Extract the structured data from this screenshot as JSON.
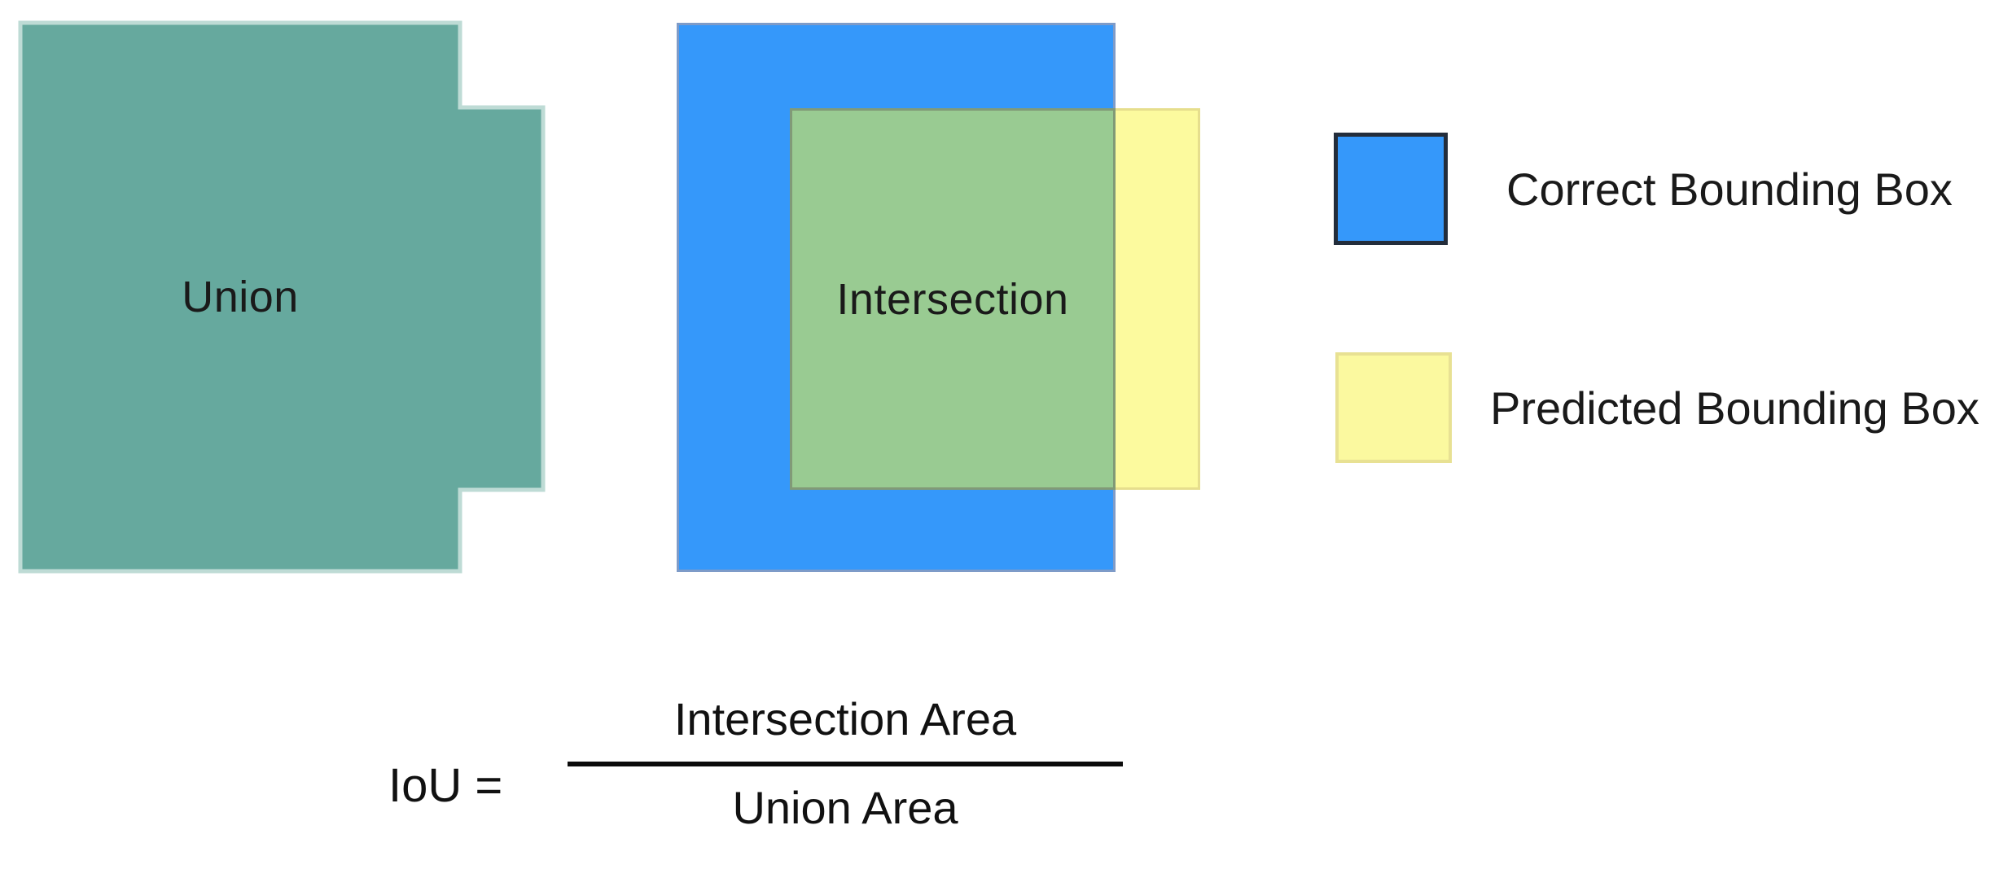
{
  "figure": {
    "union_label": "Union",
    "intersection_label": "Intersection"
  },
  "legend": {
    "items": [
      {
        "label": "Correct Bounding Box",
        "color": "#3598FA"
      },
      {
        "label": "Predicted Bounding Box",
        "color": "#FBF99F"
      }
    ]
  },
  "formula": {
    "lhs": "IoU =",
    "numerator": "Intersection Area",
    "denominator": "Union Area"
  },
  "colors": {
    "background": "#FFFFFF",
    "union_fill": "#66A99E",
    "union_border": "#BEDBD5",
    "correct_box_fill": "#3598FA",
    "correct_box_border": "#7E9BC8",
    "predicted_box_fill": "#FCFA9E",
    "predicted_box_border": "#E6DE8D",
    "overlap_fill": "#99CB92",
    "legend_correct_border": "#232D3B",
    "legend_predicted_border": "#E8E193",
    "text": "#1A1A1A"
  }
}
